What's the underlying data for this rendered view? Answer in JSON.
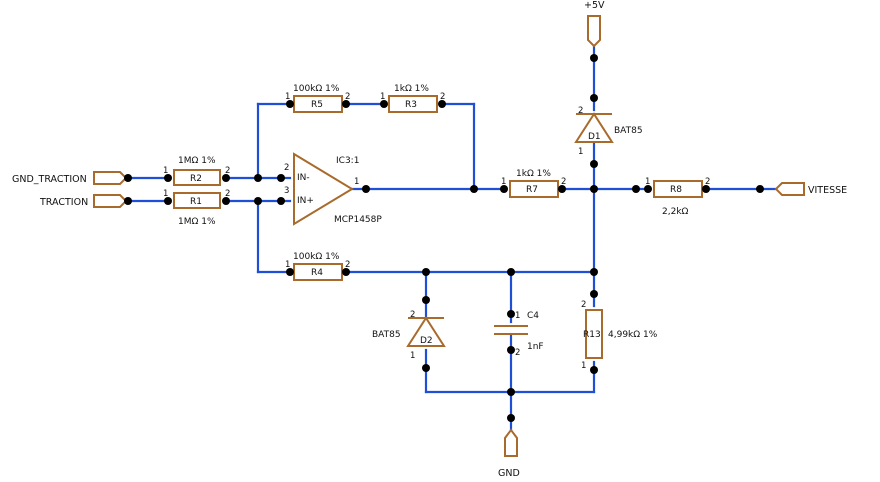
{
  "nets": {
    "gnd_traction": "GND_TRACTION",
    "traction": "TRACTION",
    "vitesse": "VITESSE",
    "vcc": "+5V",
    "gnd": "GND"
  },
  "opamp": {
    "ref": "IC3:1",
    "value": "MCP1458P",
    "in_minus": "IN-",
    "in_plus": "IN+",
    "pin_inv": "2",
    "pin_noninv": "3",
    "pin_out": "1"
  },
  "resistors": {
    "r1": {
      "name": "R1",
      "value": "1MΩ 1%"
    },
    "r2": {
      "name": "R2",
      "value": "1MΩ 1%"
    },
    "r3": {
      "name": "R3",
      "value": "1kΩ 1%"
    },
    "r4": {
      "name": "R4",
      "value": "100kΩ 1%"
    },
    "r5": {
      "name": "R5",
      "value": "100kΩ 1%"
    },
    "r7": {
      "name": "R7",
      "value": "1kΩ 1%"
    },
    "r8": {
      "name": "R8",
      "value": "2,2kΩ"
    },
    "r13": {
      "name": "R13",
      "value": "4,99kΩ 1%"
    }
  },
  "diodes": {
    "d1": {
      "name": "D1",
      "value": "BAT85"
    },
    "d2": {
      "name": "D2",
      "value": "BAT85"
    }
  },
  "capacitor": {
    "name": "C4",
    "value": "1nF"
  },
  "pins": {
    "one": "1",
    "two": "2"
  }
}
